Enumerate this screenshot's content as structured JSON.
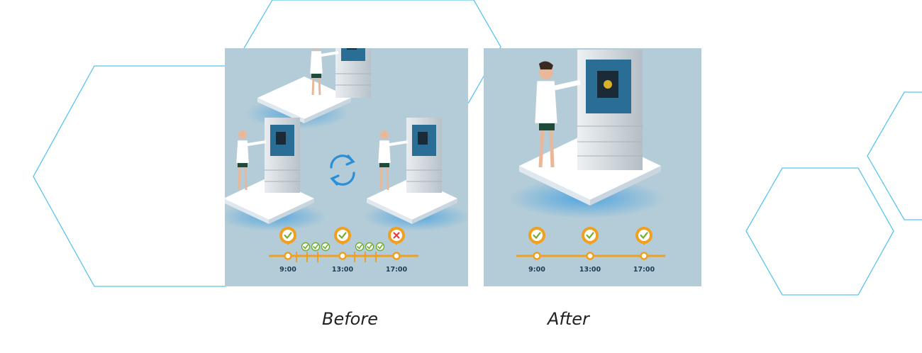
{
  "colors": {
    "panel_bg": "#b3ccd8",
    "hexagon_outline": "#5bc4ee",
    "timeline": "#f0a020",
    "check": "#6fae2d",
    "error": "#e8403a",
    "sync_icon": "#2a8fd6"
  },
  "panels": {
    "before": {
      "caption": "Before",
      "timeline_times": [
        "9:00",
        "13:00",
        "17:00"
      ],
      "status_markers": [
        "check-icon",
        "check-icon",
        "error-icon"
      ]
    },
    "after": {
      "caption": "After",
      "timeline_times": [
        "9:00",
        "13:00",
        "17:00"
      ],
      "status_markers": [
        "check-icon",
        "check-icon",
        "check-icon"
      ]
    }
  }
}
